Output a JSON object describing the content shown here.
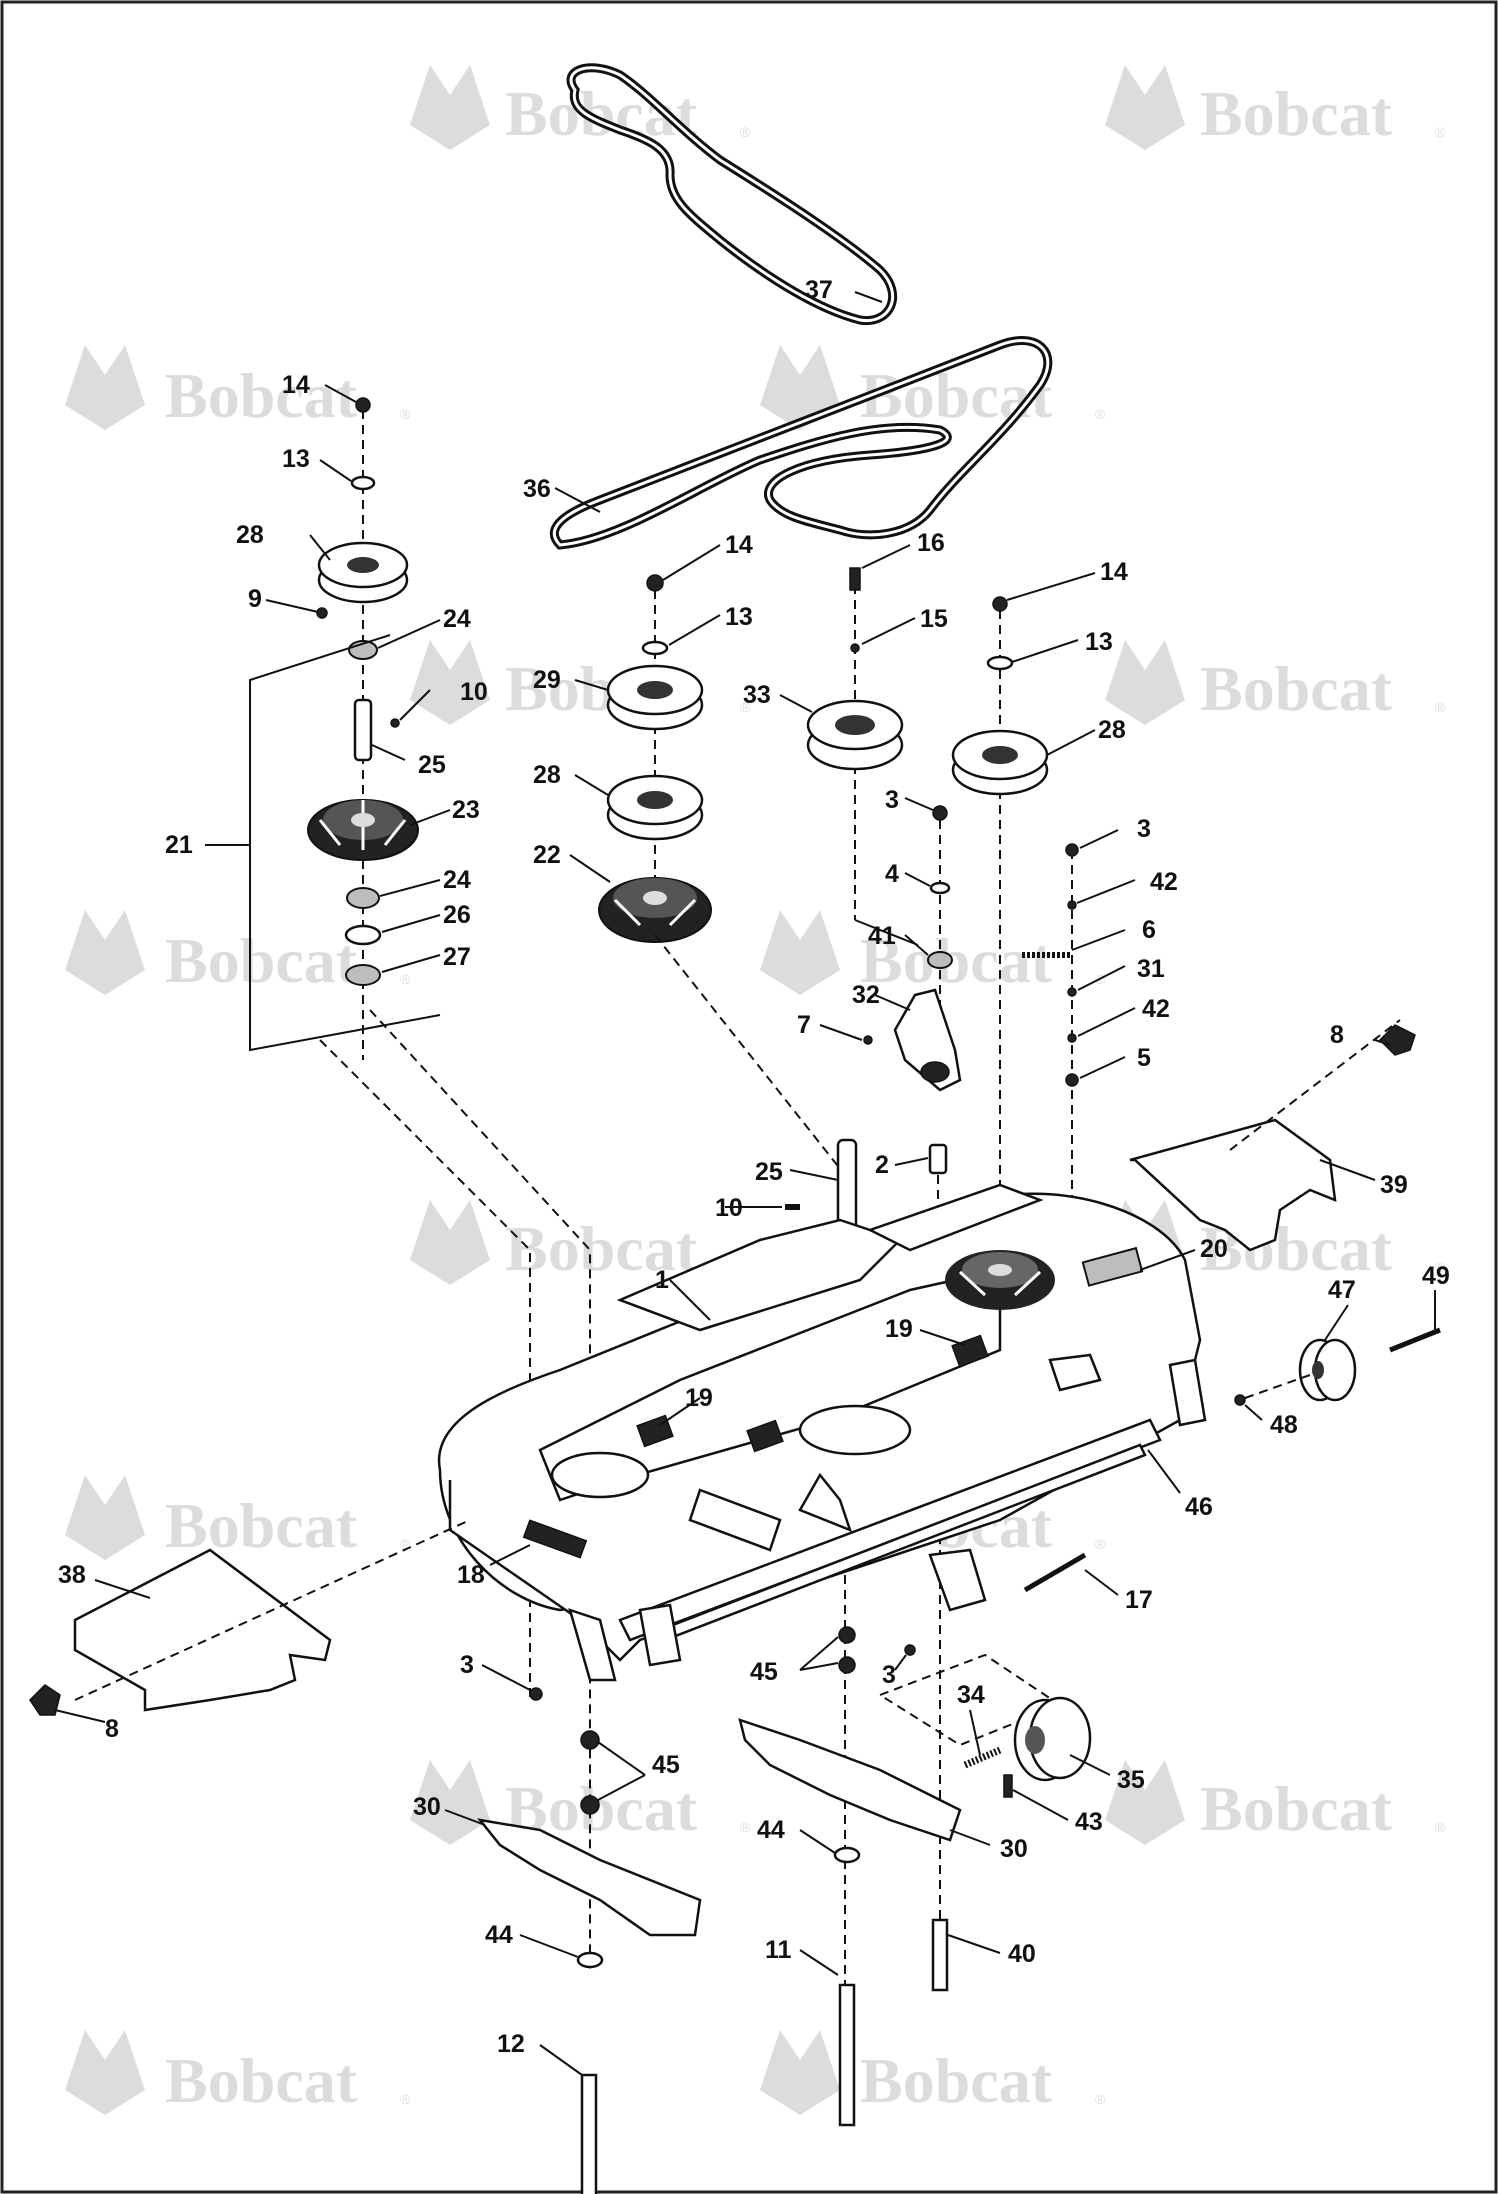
{
  "watermark": {
    "text": "Bobcat",
    "reg_mark": "®"
  },
  "callouts": {
    "c37": "37",
    "c36": "36",
    "c14a": "14",
    "c13a": "13",
    "c28a": "28",
    "c9": "9",
    "c24a": "24",
    "c10a": "10",
    "c25a": "25",
    "c23": "23",
    "c21": "21",
    "c24b": "24",
    "c26": "26",
    "c27": "27",
    "c14b": "14",
    "c13b": "13",
    "c29": "29",
    "c28b": "28",
    "c22": "22",
    "c16": "16",
    "c15": "15",
    "c33": "33",
    "c3a": "3",
    "c4": "4",
    "c41": "41",
    "c32": "32",
    "c7": "7",
    "c2": "2",
    "c14c": "14",
    "c13c": "13",
    "c28c": "28",
    "c3b": "3",
    "c42a": "42",
    "c6": "6",
    "c31": "31",
    "c42b": "42",
    "c5": "5",
    "c8a": "8",
    "c39": "39",
    "c25b": "25",
    "c10b": "10",
    "c1": "1",
    "c20": "20",
    "c19a": "19",
    "c19b": "19",
    "c49": "49",
    "c47": "47",
    "c48": "48",
    "c46": "46",
    "c38": "38",
    "c18": "18",
    "c17": "17",
    "c3c": "3",
    "c45a": "45",
    "c3d": "3",
    "c34": "34",
    "c35": "35",
    "c43": "43",
    "c8b": "8",
    "c45b": "45",
    "c30a": "30",
    "c44a": "44",
    "c30b": "30",
    "c44b": "44",
    "c11": "11",
    "c40": "40",
    "c12": "12"
  }
}
